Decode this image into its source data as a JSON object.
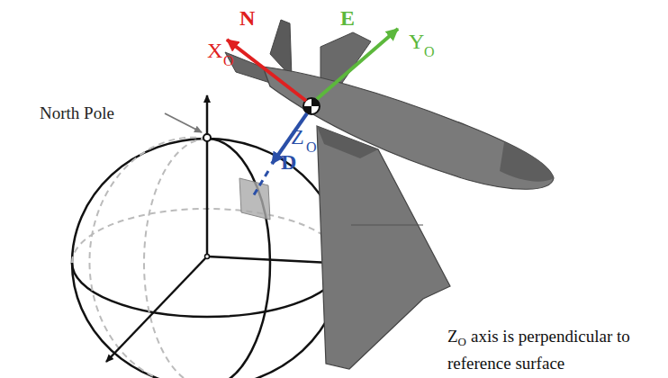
{
  "diagram": {
    "labels": [
      "N",
      "X",
      "O",
      "E",
      "Y",
      "O",
      "Z",
      "O",
      "D",
      "North Pole",
      "Z",
      "O",
      "axis is perpendicular to reference surface"
    ]
  }
}
